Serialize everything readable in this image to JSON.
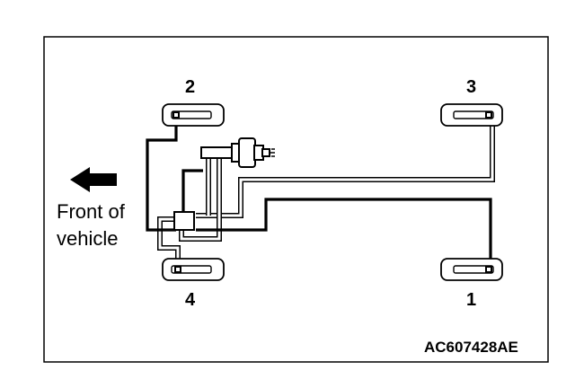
{
  "wheels": {
    "front_left_label": "2",
    "rear_left_label": "3",
    "front_right_label": "4",
    "rear_right_label": "1"
  },
  "direction": {
    "line1": "Front of",
    "line2": "vehicle",
    "arrow_icon": "arrow-left-icon"
  },
  "figure_code": "AC607428AE"
}
